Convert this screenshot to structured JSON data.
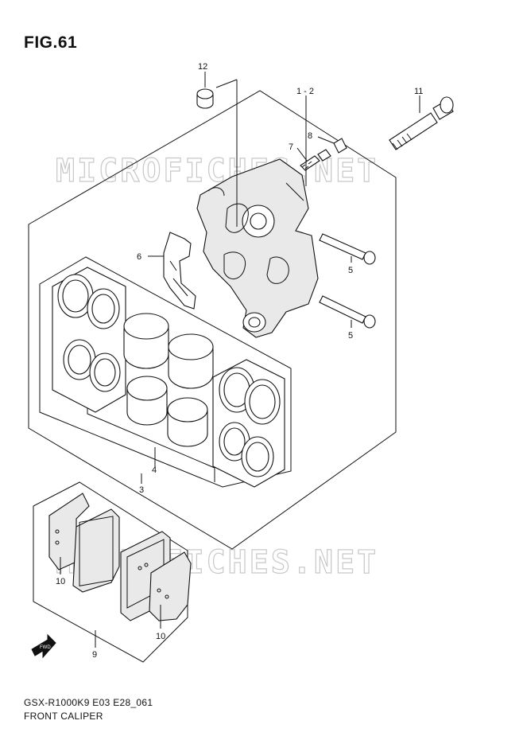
{
  "figure": {
    "title": "FIG.61"
  },
  "watermark": {
    "text": "MICROFICHES.NET",
    "color": "#c8c8c8"
  },
  "callouts": {
    "c12": "12",
    "c1_2": "1 - 2",
    "c11": "11",
    "c8": "8",
    "c7": "7",
    "c6": "6",
    "c5_upper": "5",
    "c5_lower": "5",
    "c4": "4",
    "c3": "3",
    "c10_left": "10",
    "c10_right": "10",
    "c9": "9"
  },
  "footer": {
    "model_code": "GSX-R1000K9 E03 E28_061",
    "part_name": "FRONT CALIPER"
  },
  "icons": {
    "fwd_arrow": "fwd-arrow-icon",
    "fwd_label": "FWD"
  }
}
